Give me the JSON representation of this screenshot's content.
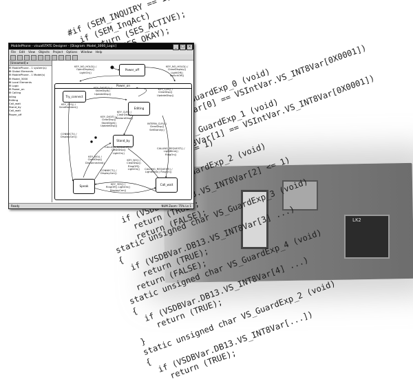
{
  "window": {
    "title": "MobilePhone - visualSTATE Designer - [Diagram: Model_3000_Logic]",
    "controls": [
      "_",
      "□",
      "×"
    ]
  },
  "menu": [
    "File",
    "Edit",
    "View",
    "Objects",
    "Project",
    "Options",
    "Window",
    "Help"
  ],
  "navigator": {
    "header": "[Unnamed] ▾",
    "tree": [
      "⊟ MobilePhone - 1 system(s)",
      "   ⊞ Global Elements",
      "   ⊟ MobilePhone - 1 Model(s)",
      "      ⊟ Model_3000",
      "         ⊞ Local Elements",
      "         ⊟ Logic",
      "            ⊟ Power_on",
      "               ⊟ Calling",
      "                  Idling",
      "                  Editing",
      "                  Call_wait",
      "                  Stand_by",
      "                  Call_wait",
      "            Power_off"
    ]
  },
  "diagram": {
    "states": {
      "power_off": "Power_off",
      "power_on": "Power_on",
      "try_connect": "Try_connect",
      "editing": "Editing",
      "stand_by": "Stand_by",
      "speak": "Speak",
      "call_wait": "Call_wait"
    },
    "labels": {
      "t1": "KEY_NO_HOLD() /\nOpenDisplay()\nLightOn()",
      "t2": "KEY_NO_HOLD() /\nCloseDisplay()\nLightOff()\nSwitchOff()",
      "t3": "KEY_DIGIT(1) /\nStoreDigit()\nUpdateDisp()",
      "t4": "KEY_YES() /\nSendNumber()",
      "t5": "KEY_CLR() /\nClearDisp()\nUpdateDisp()",
      "t6": "KEY_DIGIT() /\nClearDisp()\nStoreDigit()\nUpdateDisp()",
      "t7": "KEY_CLR() /\nClearDisp()\nRestoreDisp()",
      "t8": "CONNECT() /\nDisplayCon()",
      "t9": "INTERN_CLR() /\nClearDisp()\nSetStandy()",
      "t10": "CALLING_REQUEST() /\nLightBlink()\nRingOn()",
      "t11": "KEY_NO() /\nClearDisp()\nDisconnected()",
      "t12": "KEY_NO() /\nClearDisp()\nRingOff()\nLightOn()",
      "t13": "CALLING_REQUEST() /\nClearDisp()\nLightOn()",
      "t14": "CONNECT() /\nDisplayCon()",
      "t15": "KEY_YES() /\nRingOff() LightOn()\nDisplayCon()",
      "t16": "CALLING_REQUEST() /\nLightBlink() RingOn()"
    }
  },
  "statusbar": {
    "left": "Ready",
    "right": "NUM   Zoom: 75%   Ln 1"
  },
  "code_lines": [
    "#if (SEM_INQUIRY == 1)",
    "  if (SEM_InqAct)",
    "    return (SES_ACTIVE);",
    "  return (SES_OKAY);",
    "",
    "ions.",
    "  VS_GuardExp_0 (void)",
    "INT8Var[0] == VSIntVar.VS_INT8Var[0X0001])",
    "",
    "  VS_GuardExp_1 (void)",
    "INT8Var[1] == VSIntVar.VS_INT8Var[0X0001])",
    "",
    "",
    "13.VS_INT8Var(3) == 1)",
    "",
    "signed char VS_GuardExp_2 (void)",
    "",
    "if (VSDBVar.DB13.VS_INT8Var[2] <= 1)",
    "  return (TRUE);",
    "  return (FALSE);",
    "static unsigned char VS_GuardExp_3 (void)",
    "{",
    "  if (VSDBVar.DB13.VS_INT8Var[3] ...)",
    "    return (TRUE);",
    "  return (FALSE);",
    "static unsigned char VS_GuardExp_4 (void)",
    "{",
    "  if (VSDBVar.DB13.VS_INT8Var[4] ...)",
    "    return (TRUE);",
    "}",
    "static unsigned char VS_GuardExp_2 (void)",
    "{",
    "  if (VSDBVar.DB13.VS_INT8Var[...])",
    "    return (TRUE);"
  ],
  "board": {
    "chip_label": "LK2"
  }
}
